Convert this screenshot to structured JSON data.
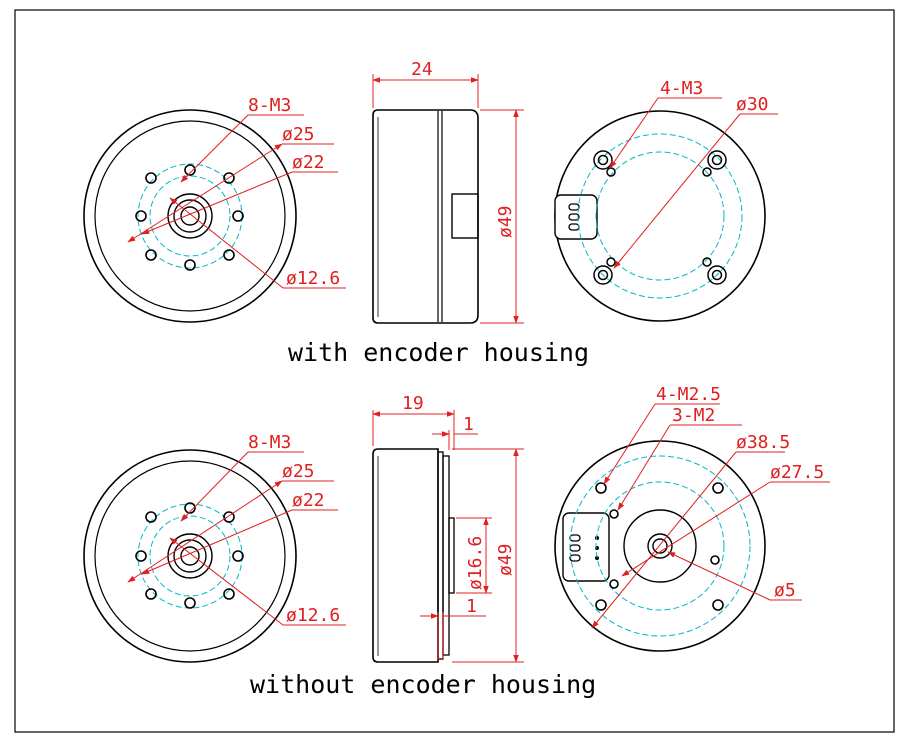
{
  "captions": {
    "top": "with encoder housing",
    "bottom": "without encoder housing"
  },
  "top": {
    "front": {
      "holes": "8-M3",
      "d_outer": "ø25",
      "d_mid": "ø22",
      "d_inner": "ø12.6"
    },
    "side": {
      "width": "24",
      "height": "ø49"
    },
    "back": {
      "holes": "4-M3",
      "d_circle": "ø30"
    }
  },
  "bottom": {
    "front": {
      "holes": "8-M3",
      "d_outer": "ø25",
      "d_mid": "ø22",
      "d_inner": "ø12.6"
    },
    "side": {
      "width": "19",
      "step_top": "1",
      "step_bottom": "1",
      "hub": "ø16.6",
      "height": "ø49"
    },
    "back": {
      "holes_a": "4-M2.5",
      "holes_b": "3-M2",
      "d_outer": "ø38.5",
      "d_mid": "ø27.5",
      "d_shaft": "ø5"
    }
  },
  "colors": {
    "line": "#000000",
    "dimension": "#e02020",
    "center": "#00b8c8"
  }
}
